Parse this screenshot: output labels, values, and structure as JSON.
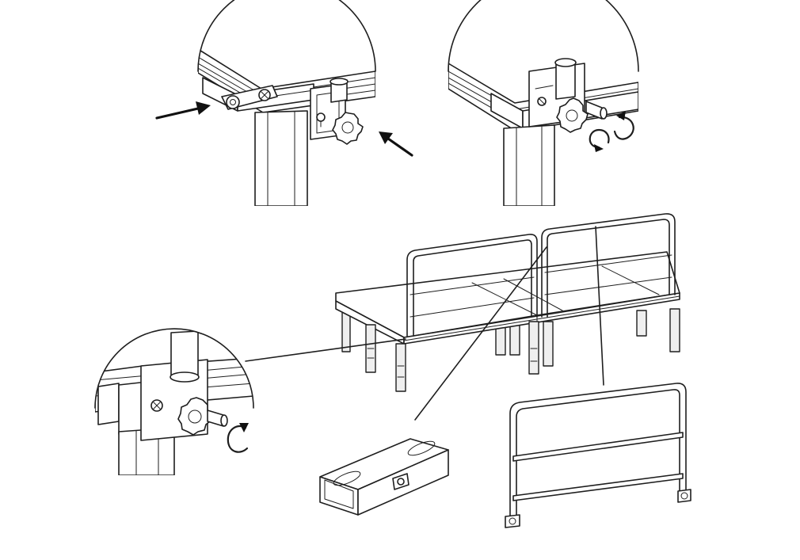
{
  "figure": {
    "type": "assembly-instruction-drawing",
    "printed_text": [],
    "line_color": "#1e1e1e",
    "background": "#ffffff",
    "callouts": [
      {
        "name": "detail-insert-bracket",
        "icon": "arrow-icon"
      },
      {
        "name": "detail-tighten-knob",
        "icon": "rotate-arrow-icon"
      },
      {
        "name": "detail-lock-knob",
        "icon": "rotate-arrow-icon"
      },
      {
        "name": "connector-bracket-part"
      },
      {
        "name": "guard-rail-part"
      }
    ]
  }
}
